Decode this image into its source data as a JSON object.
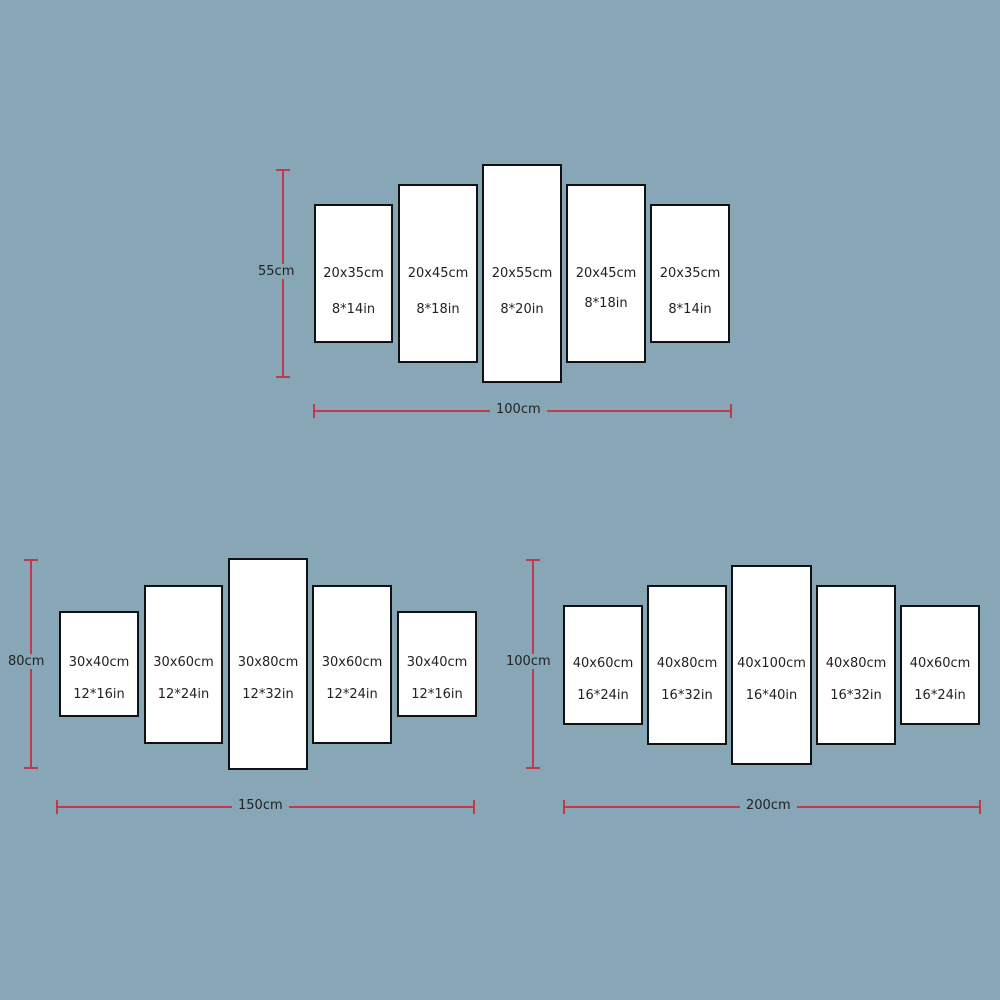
{
  "colors": {
    "background": "#87a7b6",
    "dimension_line": "#c0394d",
    "panel_border": "#111111"
  },
  "sets": [
    {
      "height_label": "55cm",
      "width_label": "100cm",
      "panels": [
        {
          "cm": "20x35cm",
          "in": "8*14in"
        },
        {
          "cm": "20x45cm",
          "in": "8*18in"
        },
        {
          "cm": "20x55cm",
          "in": "8*20in"
        },
        {
          "cm": "20x45cm",
          "in": "8*18in"
        },
        {
          "cm": "20x35cm",
          "in": "8*14in"
        }
      ]
    },
    {
      "height_label": "80cm",
      "width_label": "150cm",
      "panels": [
        {
          "cm": "30x40cm",
          "in": "12*16in"
        },
        {
          "cm": "30x60cm",
          "in": "12*24in"
        },
        {
          "cm": "30x80cm",
          "in": "12*32in"
        },
        {
          "cm": "30x60cm",
          "in": "12*24in"
        },
        {
          "cm": "30x40cm",
          "in": "12*16in"
        }
      ]
    },
    {
      "height_label": "100cm",
      "width_label": "200cm",
      "panels": [
        {
          "cm": "40x60cm",
          "in": "16*24in"
        },
        {
          "cm": "40x80cm",
          "in": "16*32in"
        },
        {
          "cm": "40x100cm",
          "in": "16*40in"
        },
        {
          "cm": "40x80cm",
          "in": "16*32in"
        },
        {
          "cm": "40x60cm",
          "in": "16*24in"
        }
      ]
    }
  ]
}
